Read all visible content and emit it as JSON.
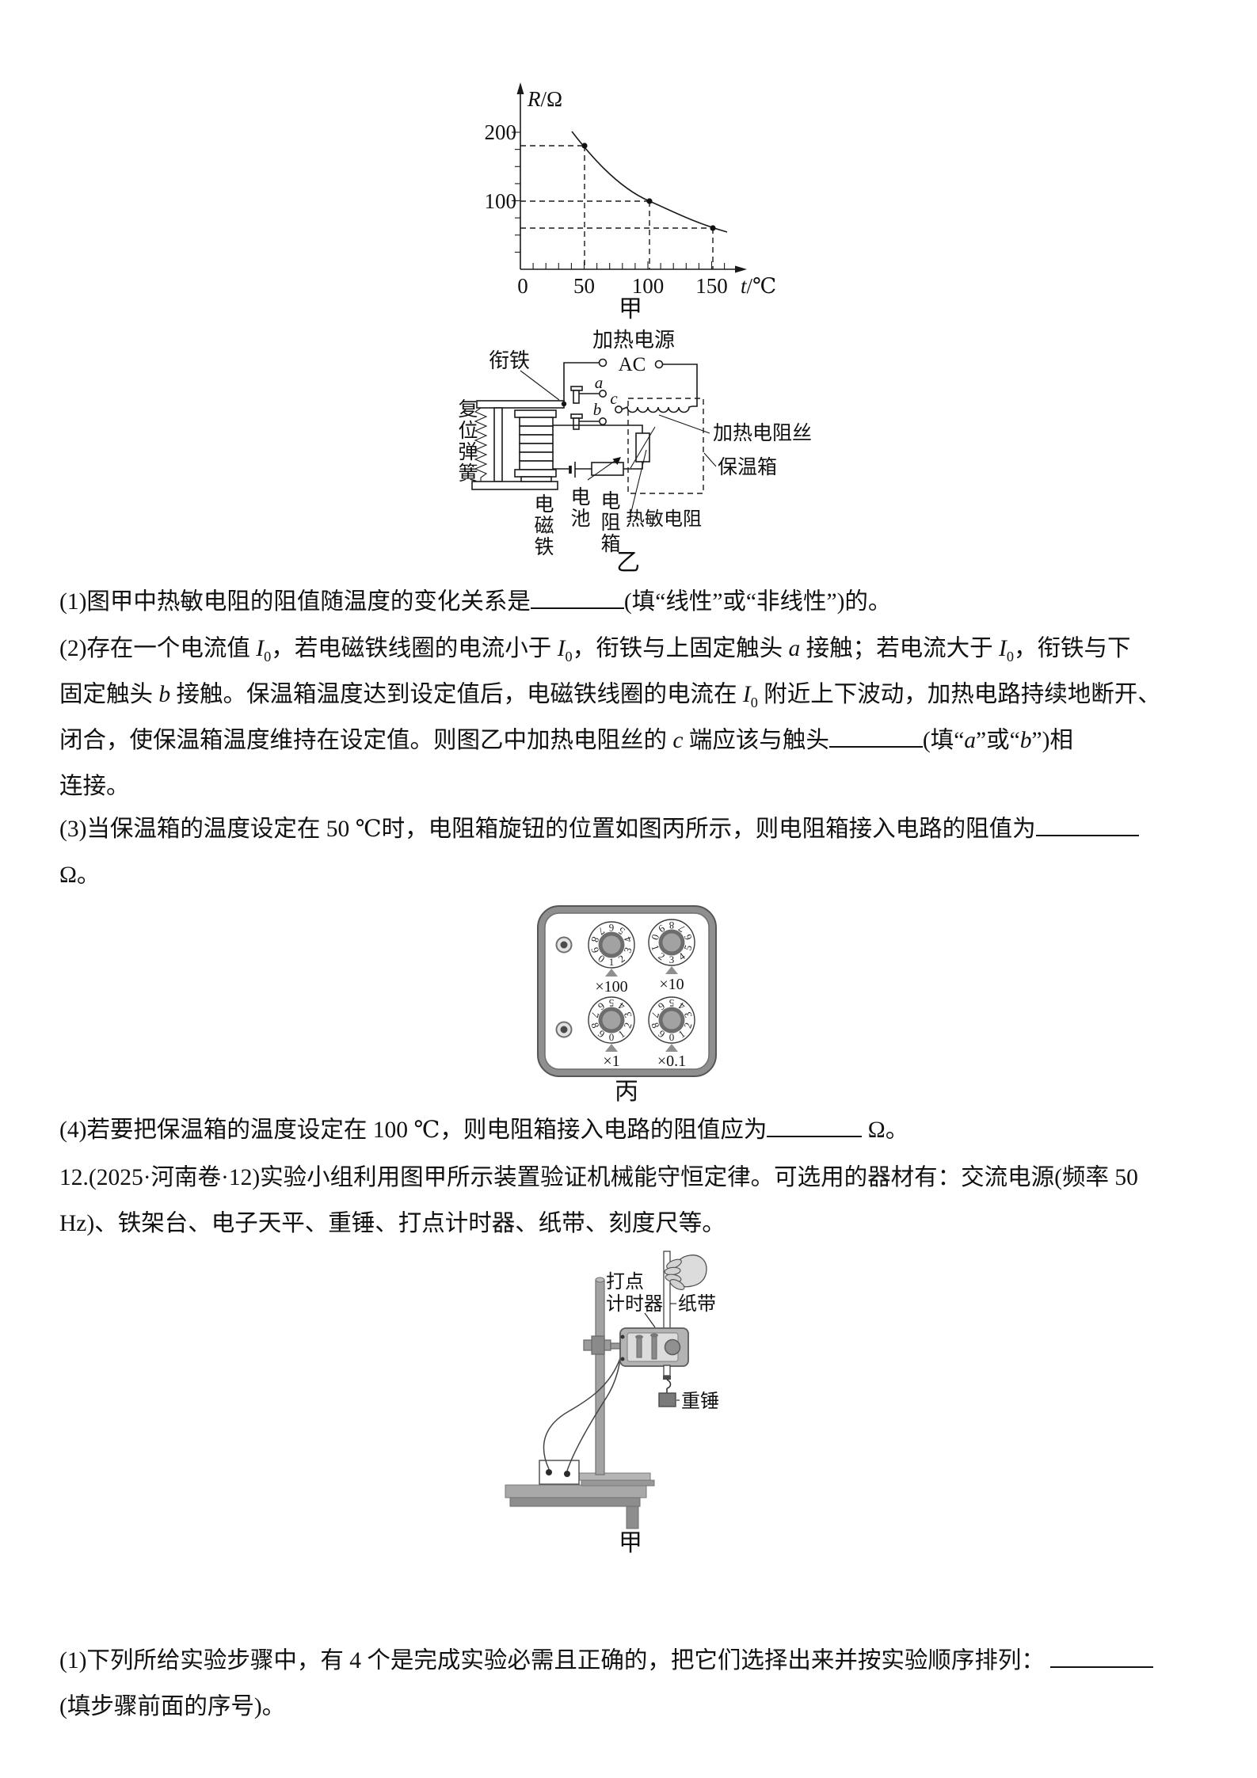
{
  "chart_data": {
    "type": "line",
    "caption": "甲",
    "ylabel_var": "R",
    "ylabel_unit": "/Ω",
    "xlabel_var": "t",
    "xlabel_unit": "/℃",
    "x_tick_labels": [
      "0",
      "50",
      "100",
      "150"
    ],
    "y_tick_labels": [
      "200",
      "100"
    ],
    "x_ticks": [
      0,
      50,
      100,
      150
    ],
    "y_ticks": [
      100,
      200
    ],
    "xlim": [
      0,
      175
    ],
    "ylim": [
      0,
      230
    ],
    "points": [
      {
        "x": 50,
        "y": 180
      },
      {
        "x": 100,
        "y": 100
      },
      {
        "x": 150,
        "y": 60
      }
    ],
    "curve": "monotonically decreasing nonlinear (thermistor R vs temperature)",
    "grid": "dashed guide lines from axes to each data point"
  },
  "circuit": {
    "caption": "乙",
    "labels": {
      "armature": "衔铁",
      "heat_source": "加热电源",
      "ac": "AC",
      "contact_a": "a",
      "contact_b": "b",
      "contact_c": "c",
      "reset_spring": "复位弹簧",
      "heating_wire": "加热电阻丝",
      "thermal_box": "保温箱",
      "electromagnet": "电磁铁",
      "battery": "电池",
      "res_box": "电阻箱",
      "thermistor": "热敏电阻"
    }
  },
  "resistance_box": {
    "caption": "丙",
    "dials": [
      {
        "multiplier": "×100",
        "value": 1
      },
      {
        "multiplier": "×10",
        "value": 3
      },
      {
        "multiplier": "×1",
        "value": 0
      },
      {
        "multiplier": "×0.1",
        "value": 0
      }
    ]
  },
  "experiment": {
    "caption": "甲",
    "labels": {
      "timer1": "打点",
      "timer2": "计时器",
      "tape": "纸带",
      "weight": "重锤"
    }
  },
  "text": {
    "q1": {
      "lines": [
        [
          {
            "t": "(1)图甲中热敏电阻的阻值随温度的变化关系是"
          },
          {
            "blank": 118
          },
          {
            "t": "(填“线性”或“非线性”)的。"
          }
        ]
      ]
    },
    "q2": {
      "lines": [
        [
          {
            "t": "(2)存在一个电流值 "
          },
          {
            "t": "I",
            "i": 1
          },
          {
            "t": "0",
            "sub": 1
          },
          {
            "t": "，若电磁铁线圈的电流小于 "
          },
          {
            "t": "I",
            "i": 1
          },
          {
            "t": "0",
            "sub": 1
          },
          {
            "t": "，衔铁与上固定触头 "
          },
          {
            "t": "a",
            "i": 1
          },
          {
            "t": " 接触；若电流大于 "
          },
          {
            "t": "I",
            "i": 1
          },
          {
            "t": "0",
            "sub": 1
          },
          {
            "t": "，衔铁与下"
          }
        ],
        [
          {
            "t": "固定触头 "
          },
          {
            "t": "b",
            "i": 1
          },
          {
            "t": " 接触。保温箱温度达到设定值后，电磁铁线圈的电流在 "
          },
          {
            "t": "I",
            "i": 1
          },
          {
            "t": "0",
            "sub": 1
          },
          {
            "t": " 附近上下波动，加热电路持续地断开、"
          }
        ],
        [
          {
            "t": "闭合，使保温箱温度维持在设定值。则图乙中加热电阻丝的 "
          },
          {
            "t": "c",
            "i": 1
          },
          {
            "t": " 端应该与触头"
          },
          {
            "blank": 118
          },
          {
            "t": "(填“"
          },
          {
            "t": "a",
            "i": 1
          },
          {
            "t": "”或“"
          },
          {
            "t": "b",
            "i": 1
          },
          {
            "t": "”)相"
          }
        ],
        [
          {
            "t": "连接。"
          }
        ]
      ]
    },
    "q3": {
      "lines": [
        [
          {
            "t": "(3)当保温箱的温度设定在 50 ℃时，电阻箱旋钮的位置如图丙所示，则电阻箱接入电路的阻值为"
          },
          {
            "blank": 130
          }
        ],
        [
          {
            "t": "Ω。"
          }
        ]
      ]
    },
    "q4": {
      "lines": [
        [
          {
            "t": "(4)若要把保温箱的温度设定在 100 ℃，则电阻箱接入电路的阻值应为"
          },
          {
            "blank": 120
          },
          {
            "t": " Ω。"
          }
        ]
      ]
    },
    "q12": {
      "lines": [
        [
          {
            "t": "12.(2025·河南卷·12)实验小组利用图甲所示装置验证机械能守恒定律。可选用的器材有：交流电源(频率 50"
          }
        ],
        [
          {
            "t": "Hz)、铁架台、电子天平、重锤、打点计时器、纸带、刻度尺等。"
          }
        ]
      ]
    },
    "q12_1": {
      "lines": [
        [
          {
            "t": "(1)下列所给实验步骤中，有 4 个是完成实验必需且正确的，把它们选择出来并按实验顺序排列： "
          },
          {
            "blank": 130
          }
        ],
        [
          {
            "t": "(填步骤前面的序号)。"
          }
        ]
      ]
    }
  }
}
